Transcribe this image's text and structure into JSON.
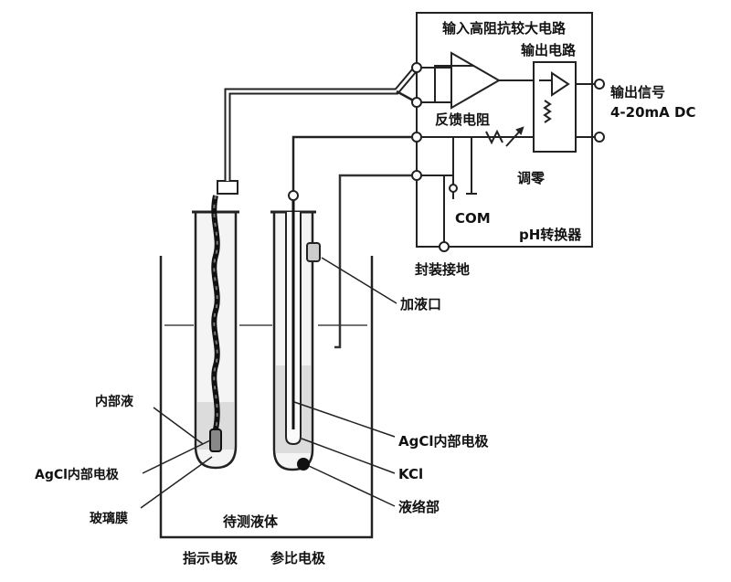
{
  "labels": {
    "input_amp": "输入高阻抗较大电路",
    "output_circuit": "输出电路",
    "output_signal": "输出信号",
    "output_range": "4-20mA DC",
    "feedback_resistor": "反馈电阻",
    "zero_adjust": "调零",
    "com": "COM",
    "converter": "pH转换器",
    "ground": "封装接地",
    "fill_port": "加液口",
    "inner_liquid": "内部液",
    "agcl_left": "AgCl内部电极",
    "glass_membrane": "玻璃膜",
    "agcl_right": "AgCl内部电极",
    "kcl": "KCl",
    "junction": "液络部",
    "test_solution": "待测液体",
    "indicator_electrode": "指示电极",
    "reference_electrode": "参比电极"
  },
  "colors": {
    "line": "#222222",
    "liquid": "#d9d9d9",
    "glass": "#f2f2f2"
  }
}
